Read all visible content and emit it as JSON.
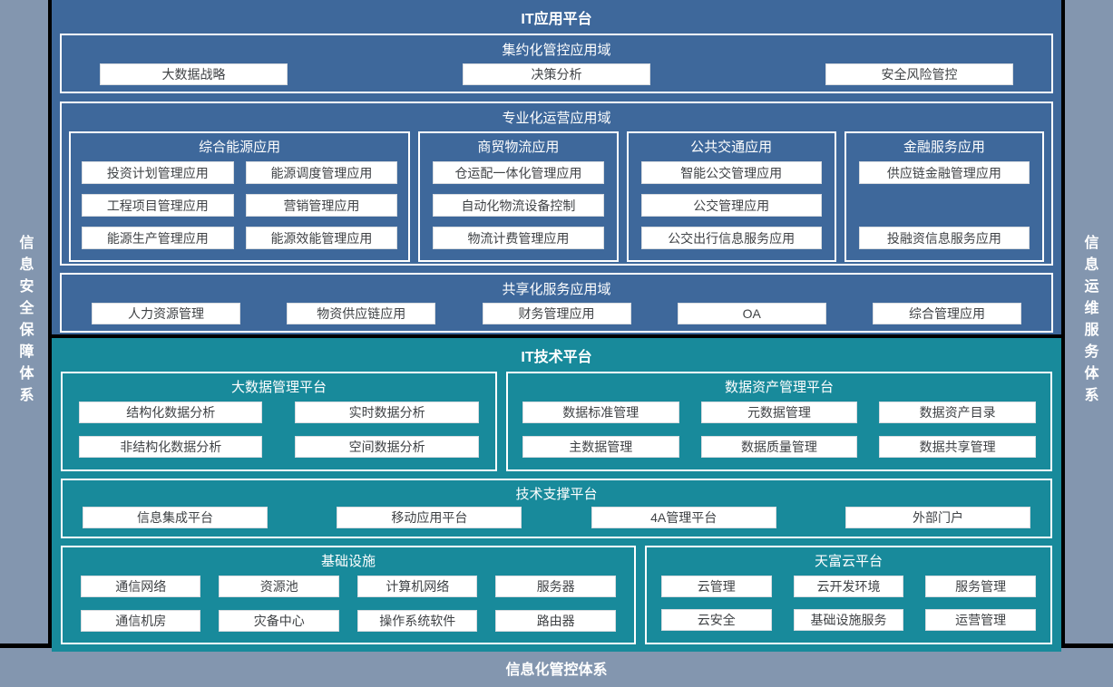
{
  "frame": {
    "left_system": "信息安全保障体系",
    "right_system": "信息运维服务体系",
    "bottom_system": "信息化管控体系"
  },
  "colors": {
    "app_platform_bg": "#3E689B",
    "tech_platform_bg": "#188A9B",
    "frame_bar_bg": "#8396AF",
    "separator": "#000000",
    "chip_bg": "#FFFFFF",
    "chip_text": "#3F4245",
    "title_text": "#FFFFFF"
  },
  "app": {
    "title": "IT应用平台",
    "d1": {
      "title": "集约化管控应用域",
      "items": [
        "大数据战略",
        "决策分析",
        "安全风险管控"
      ]
    },
    "d2": {
      "title": "专业化运营应用域",
      "g1": {
        "title": "综合能源应用",
        "items": [
          "投资计划管理应用",
          "能源调度管理应用",
          "工程项目管理应用",
          "营销管理应用",
          "能源生产管理应用",
          "能源效能管理应用"
        ]
      },
      "g2": {
        "title": "商贸物流应用",
        "items": [
          "仓运配一体化管理应用",
          "自动化物流设备控制",
          "物流计费管理应用"
        ]
      },
      "g3": {
        "title": "公共交通应用",
        "items": [
          "智能公交管理应用",
          "公交管理应用",
          "公交出行信息服务应用"
        ]
      },
      "g4": {
        "title": "金融服务应用",
        "items": [
          "供应链金融管理应用",
          "投融资信息服务应用"
        ]
      }
    },
    "d3": {
      "title": "共享化服务应用域",
      "items": [
        "人力资源管理",
        "物资供应链应用",
        "财务管理应用",
        "OA",
        "综合管理应用"
      ]
    }
  },
  "tech": {
    "title": "IT技术平台",
    "g1": {
      "title": "大数据管理平台",
      "items": [
        "结构化数据分析",
        "实时数据分析",
        "非结构化数据分析",
        "空间数据分析"
      ]
    },
    "g2": {
      "title": "数据资产管理平台",
      "items": [
        "数据标准管理",
        "元数据管理",
        "数据资产目录",
        "主数据管理",
        "数据质量管理",
        "数据共享管理"
      ]
    },
    "g3": {
      "title": "技术支撑平台",
      "items": [
        "信息集成平台",
        "移动应用平台",
        "4A管理平台",
        "外部门户"
      ]
    },
    "g4": {
      "title": "基础设施",
      "items": [
        "通信网络",
        "资源池",
        "计算机网络",
        "服务器",
        "通信机房",
        "灾备中心",
        "操作系统软件",
        "路由器"
      ]
    },
    "g5": {
      "title": "天富云平台",
      "items": [
        "云管理",
        "云开发环境",
        "服务管理",
        "云安全",
        "基础设施服务",
        "运营管理"
      ]
    }
  }
}
